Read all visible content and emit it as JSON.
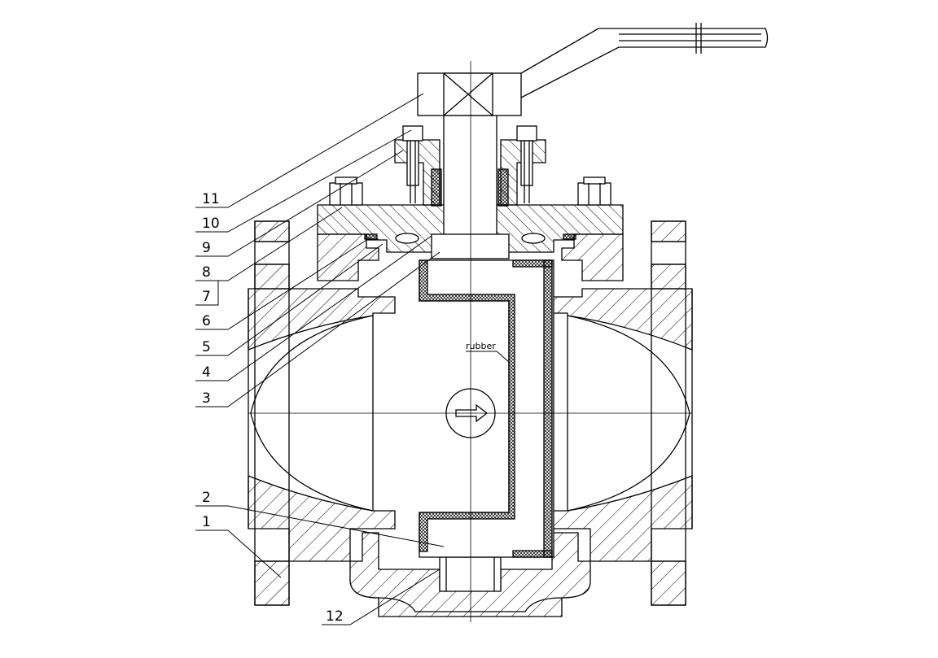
{
  "diagram": {
    "part_numbers": [
      "1",
      "2",
      "3",
      "4",
      "5",
      "6",
      "7",
      "8",
      "9",
      "10",
      "11",
      "12"
    ],
    "material_label": "rubber"
  }
}
